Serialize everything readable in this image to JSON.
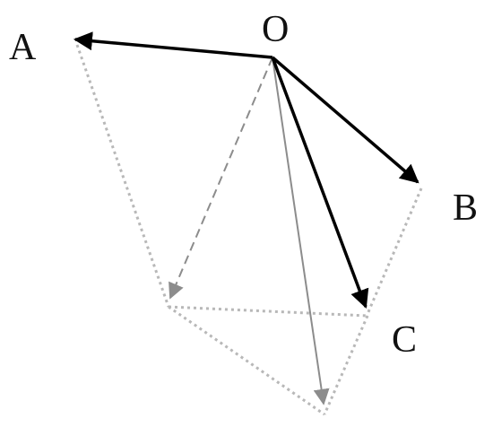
{
  "labels": {
    "O": "O",
    "A": "A",
    "B": "B",
    "C": "C"
  },
  "colors": {
    "solid_vector": "#000000",
    "gray_vector": "#8c8c8c",
    "dotted_line": "#b8b8b8",
    "label_text": "#111111"
  }
}
